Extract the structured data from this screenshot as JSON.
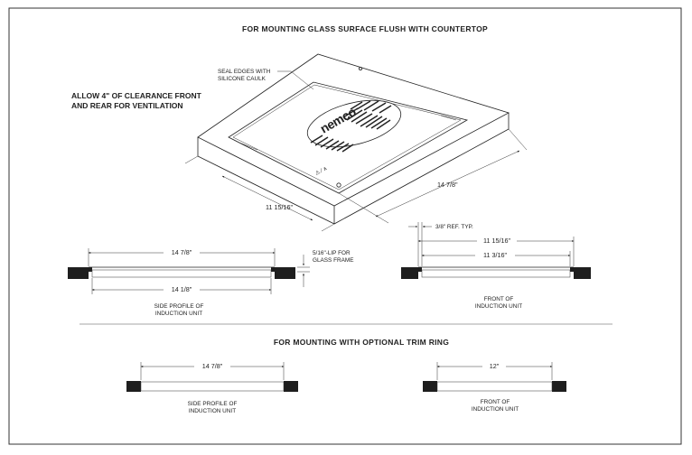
{
  "headings": {
    "flush": "FOR MOUNTING GLASS SURFACE FLUSH WITH COUNTERTOP",
    "trim": "FOR MOUNTING WITH OPTIONAL TRIM RING"
  },
  "notes": {
    "clearance_1": "ALLOW 4\" OF CLEARANCE FRONT",
    "clearance_2": "AND REAR FOR VENTILATION",
    "seal_1": "SEAL EDGES WITH",
    "seal_2": "SILICONE CAULK",
    "lip_1": "5/16\"-LIP FOR",
    "lip_2": "GLASS FRAME",
    "ref": "3/8\" REF. TYP."
  },
  "isometric": {
    "brand": "nemco",
    "dim_width": "14 7/8\"",
    "dim_depth": "11 15/16\""
  },
  "side_profile_top": {
    "dim_top": "14 7/8\"",
    "dim_bottom": "14 1/8\"",
    "caption_1": "SIDE PROFILE OF",
    "caption_2": "INDUCTION UNIT"
  },
  "front_top": {
    "dim_top": "11 15/16\"",
    "dim_inner": "11 3/16\"",
    "caption_1": "FRONT  OF",
    "caption_2": "INDUCTION UNIT"
  },
  "side_profile_trim": {
    "dim": "14 7/8\"",
    "caption_1": "SIDE PROFILE OF",
    "caption_2": "INDUCTION UNIT"
  },
  "front_trim": {
    "dim": "12\"",
    "caption_1": "FRONT  OF",
    "caption_2": "INDUCTION UNIT"
  }
}
